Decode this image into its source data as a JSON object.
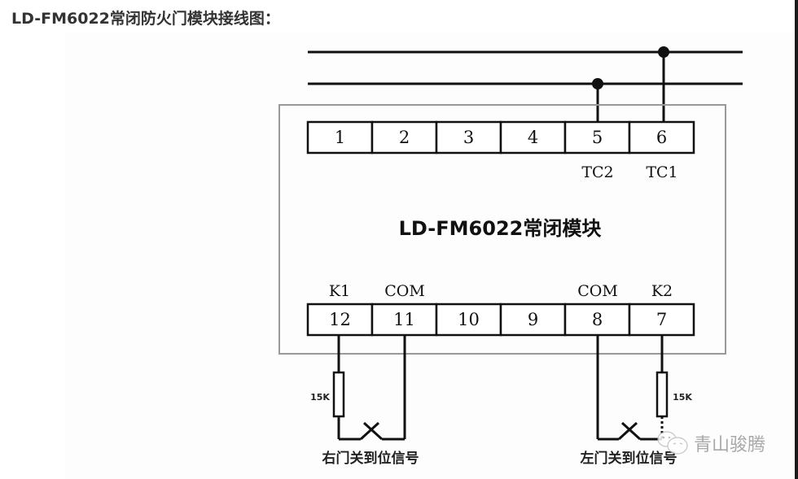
{
  "heading": "LD-FM6022常闭防火门模块接线图：",
  "module": {
    "title": "LD-FM6022常闭模块",
    "top_terminals": [
      "1",
      "2",
      "3",
      "4",
      "5",
      "6"
    ],
    "top_labels": {
      "5": "TC2",
      "6": "TC1"
    },
    "bottom_terminals": [
      "12",
      "11",
      "10",
      "9",
      "8",
      "7"
    ],
    "bottom_labels": {
      "12": "K1",
      "11": "COM",
      "8": "COM",
      "7": "K2"
    }
  },
  "resistors": {
    "left": "15K",
    "right": "15K"
  },
  "signals": {
    "left": "右门关到位信号",
    "right": "左门关到位信号"
  },
  "watermark": {
    "text": "青山骏腾",
    "icon": "wechat-icon"
  },
  "colors": {
    "line": "#111111",
    "module_border": "#999999",
    "heading": "#333333",
    "watermark": "#9a9a9a"
  }
}
